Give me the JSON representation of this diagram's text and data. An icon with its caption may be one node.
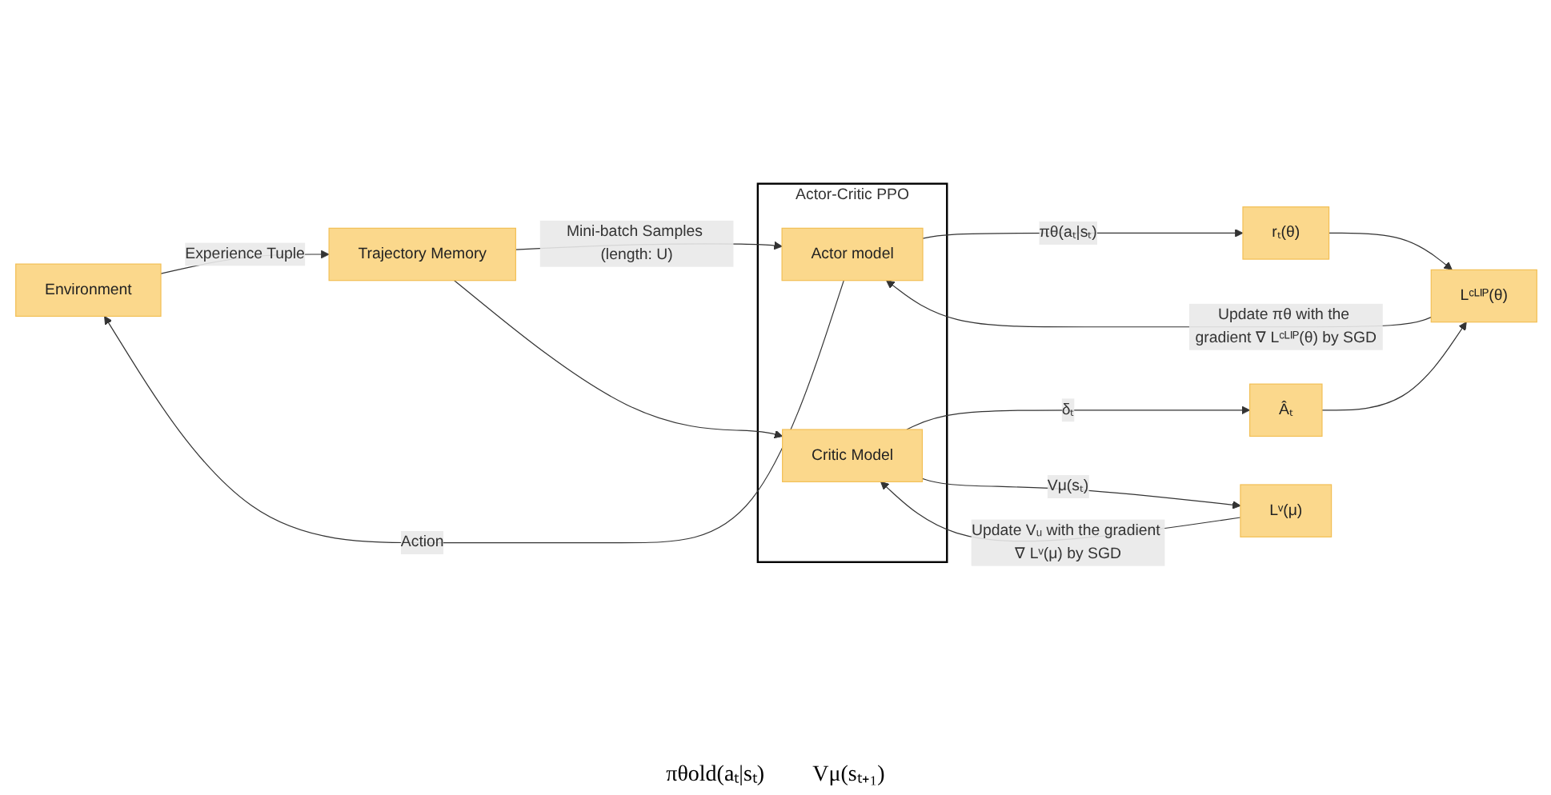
{
  "diagram": {
    "nodes": [
      {
        "text": [
          "Environment"
        ]
      },
      {
        "text": [
          "Trajectory Memory"
        ]
      },
      {
        "text": [
          "Actor-Critic PPO"
        ]
      },
      {
        "text": [
          "Actor model"
        ],
        "in": 2
      },
      {
        "text": [
          "Critic Model"
        ],
        "in": 2
      },
      {
        "text": [
          "rₜ(θ)"
        ]
      },
      {
        "text": [
          "Âₜ"
        ]
      },
      {
        "text": [
          "Lᵛ(μ)"
        ]
      },
      {
        "text": [
          "Lᶜᴸᴵᴾ(θ)"
        ]
      }
    ],
    "edges": [
      {
        "from": 0,
        "to": 1,
        "arrow": "to",
        "label": "Experience Tuple"
      },
      {
        "from": 3,
        "to": 0,
        "arrow": "to",
        "label": "Action"
      },
      {
        "from": 1,
        "to": 3,
        "arrow": "to",
        "label": "Mini-batch Samples (length: U)"
      },
      {
        "from": 1,
        "to": 4,
        "arrow": "to"
      },
      {
        "from": 3,
        "to": 5,
        "arrow": "to",
        "label": "πθ(aₜ|sₜ)"
      },
      {
        "from": 4,
        "to": 6,
        "arrow": "to",
        "label": "δₜ"
      },
      {
        "from": 4,
        "to": 7,
        "arrow": "to",
        "label": "Vμ(sₜ)"
      },
      {
        "from": 5,
        "to": 8,
        "arrow": "to"
      },
      {
        "from": 6,
        "to": 8,
        "arrow": "to"
      },
      {
        "from": 8,
        "to": 3,
        "arrow": "to",
        "label": "Update πθ with the gradient ∇ Lᶜᴸᴵᴾ(θ) by SGD"
      },
      {
        "from": 7,
        "to": 4,
        "arrow": "to",
        "label": "Update Vᵤ with the gradient ∇ Lᵛ(μ) by SGD"
      }
    ],
    "labels": [
      "πθold(aₜ|sₜ)",
      "Vμ(sₜ₊₁)"
    ]
  }
}
